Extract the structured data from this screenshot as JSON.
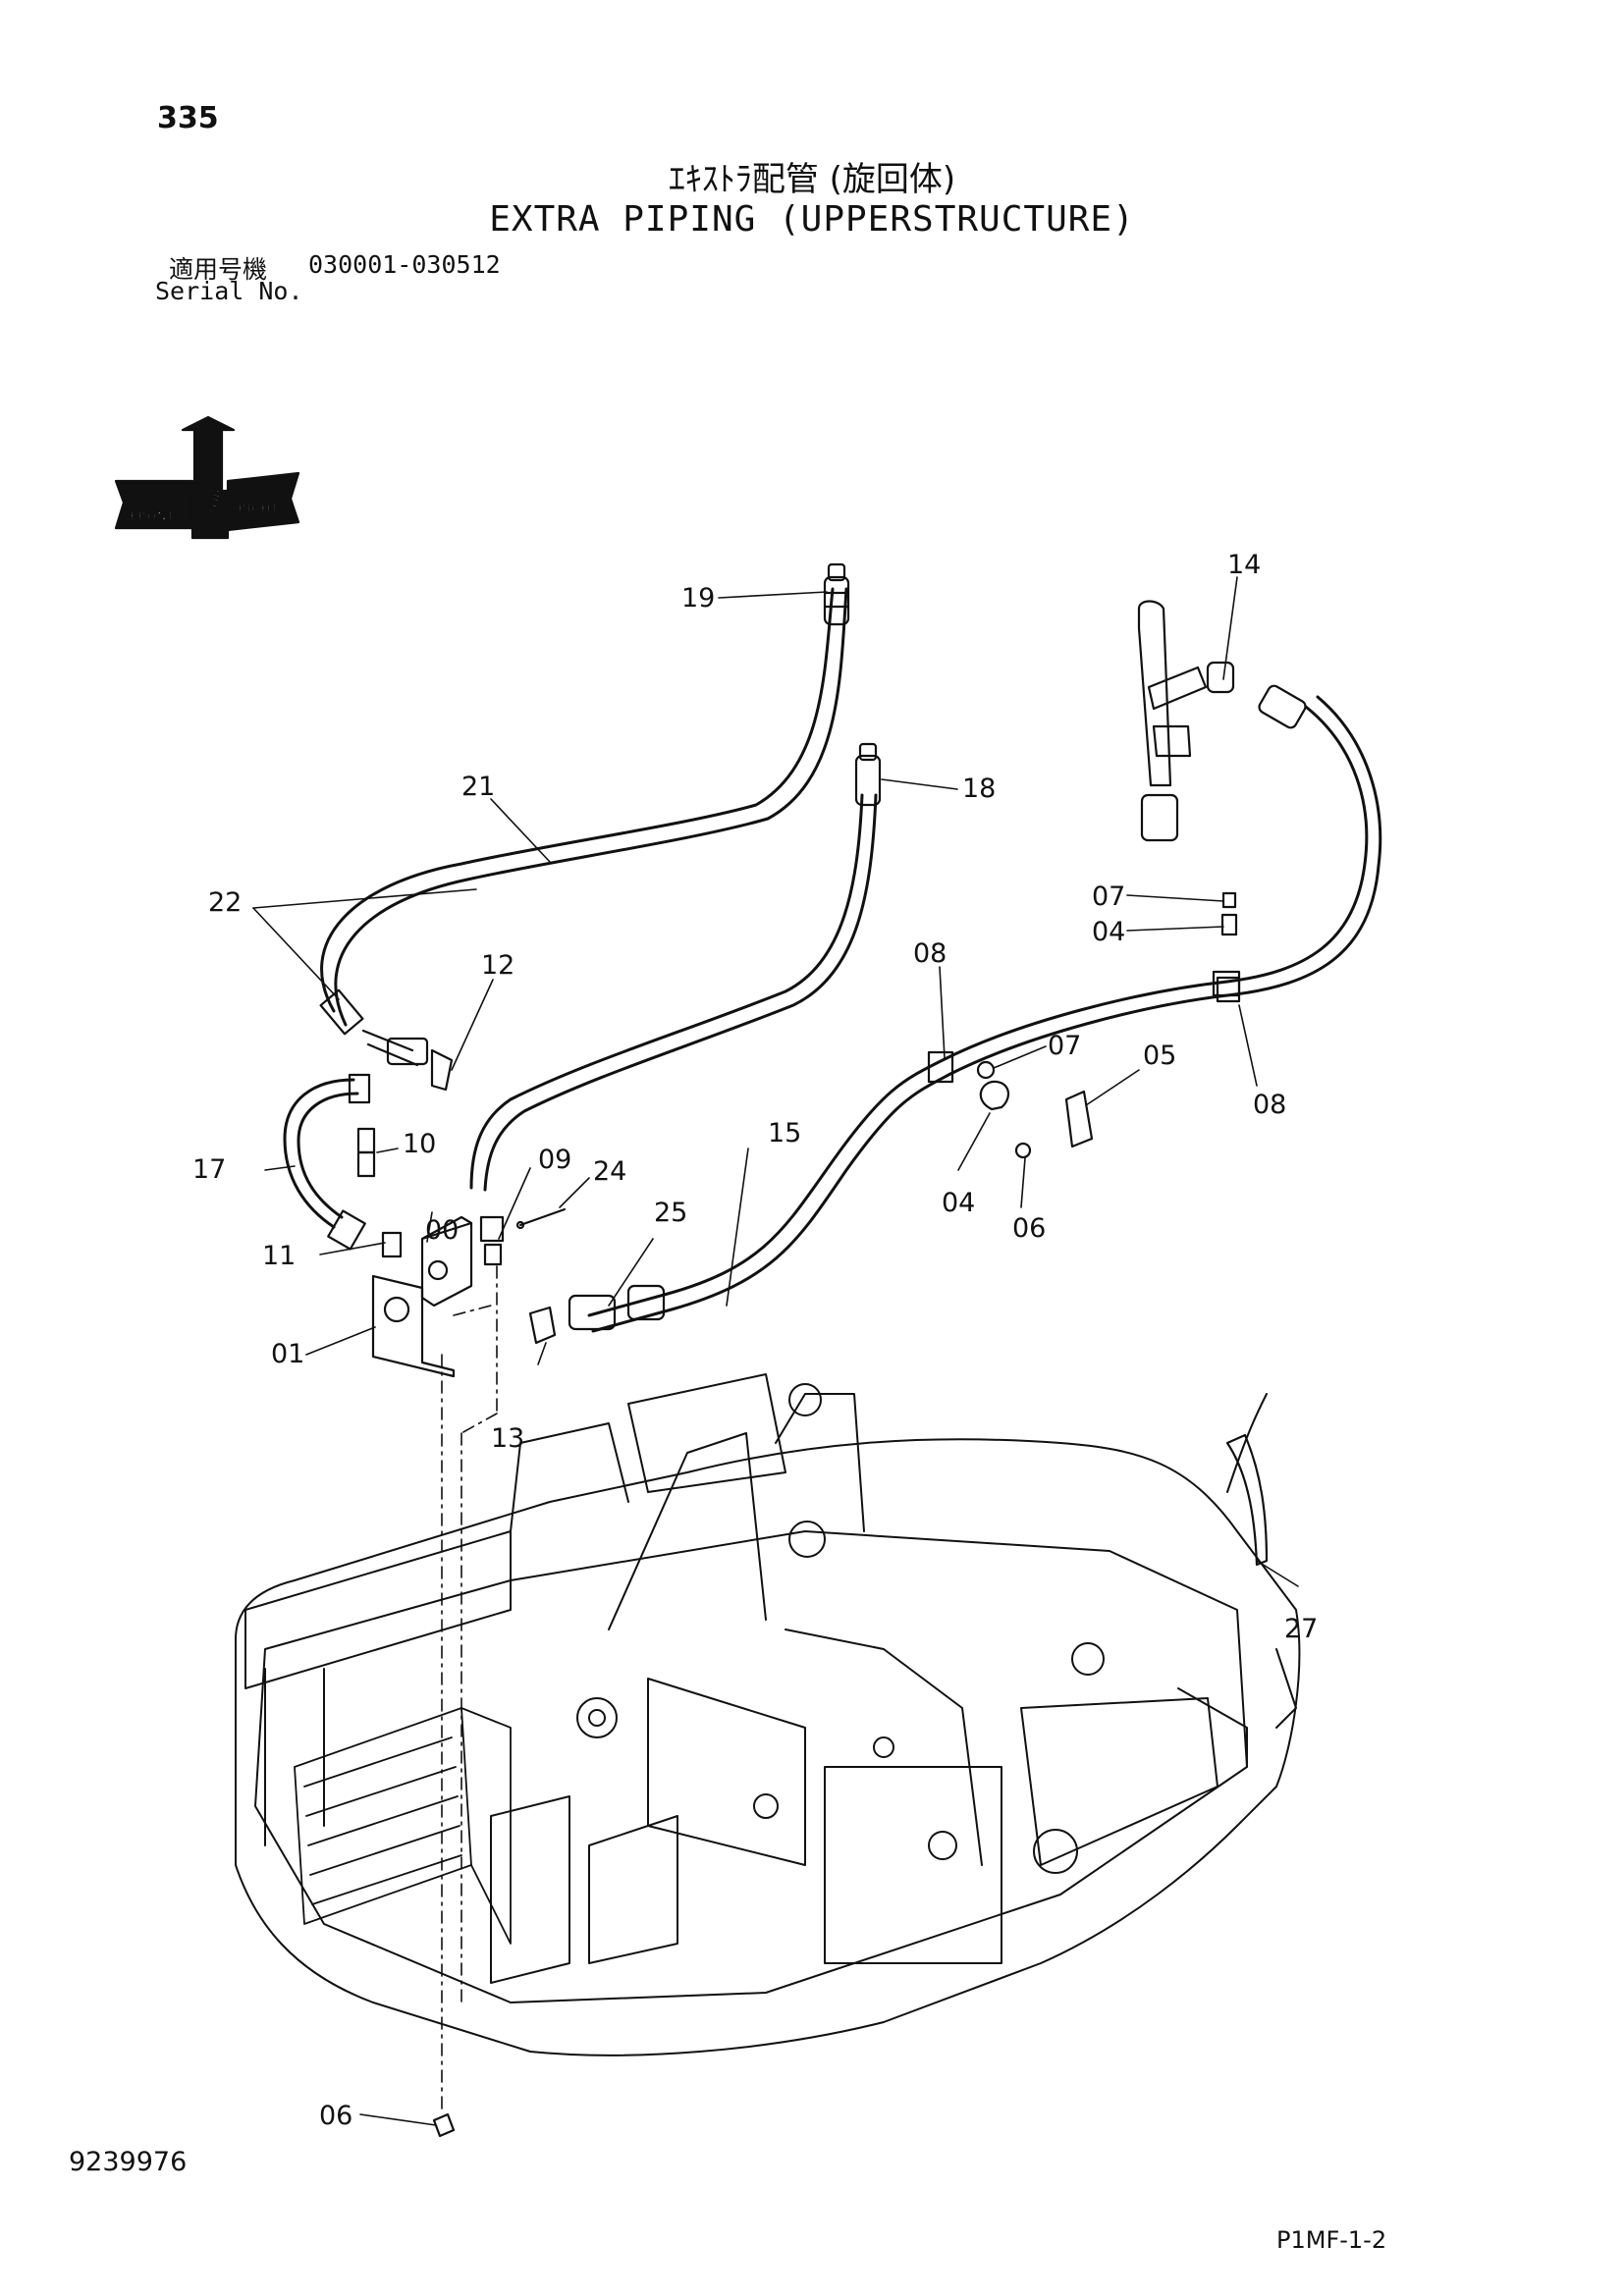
{
  "header": {
    "page_number": "335",
    "title_jp": "ｴｷｽﾄﾗ配管 (旋回体)",
    "title_en": "EXTRA PIPING (UPPERSTRUCTURE)",
    "serial_label_jp": "適用号機",
    "serial_range": "030001-030512",
    "serial_label_en": "Serial No."
  },
  "orientation": {
    "front": "FRONT",
    "top": "TOP",
    "right": "RIGHT"
  },
  "callouts": {
    "c00": "00",
    "c01": "01",
    "c04a": "04",
    "c04b": "04",
    "c05": "05",
    "c06a": "06",
    "c06b": "06",
    "c07a": "07",
    "c07b": "07",
    "c08a": "08",
    "c08b": "08",
    "c09": "09",
    "c10": "10",
    "c11": "11",
    "c12": "12",
    "c13": "13",
    "c14": "14",
    "c15": "15",
    "c17": "17",
    "c18": "18",
    "c19": "19",
    "c21": "21",
    "c22": "22",
    "c24": "24",
    "c25": "25",
    "c27": "27"
  },
  "footer": {
    "diagram_code": "9239976",
    "page_code": "P1MF-1-2"
  }
}
